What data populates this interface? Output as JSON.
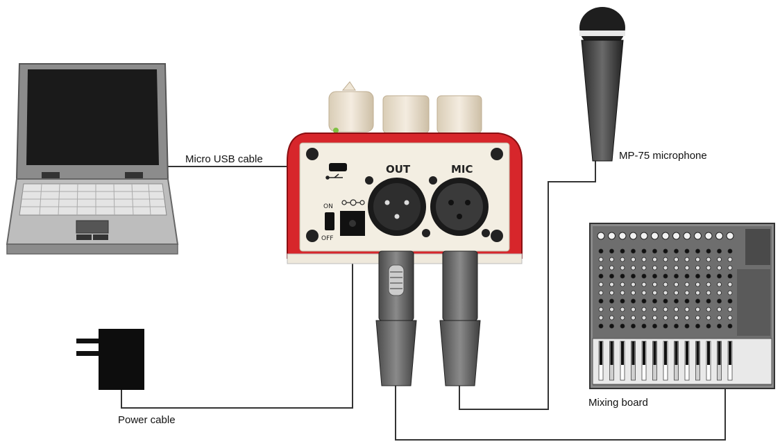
{
  "labels": {
    "micro_usb_cable": "Micro USB cable",
    "mp75_microphone": "MP-75 microphone",
    "power_cable": "Power cable",
    "mixing_board": "Mixing board"
  },
  "device_panel": {
    "out": "OUT",
    "mic": "MIC",
    "switch_on": "ON",
    "switch_off": "OFF"
  },
  "colors": {
    "device_red": "#d7262b",
    "panel_cream": "#f3eee2",
    "cable": "#333333"
  },
  "icons": [
    "laptop-icon",
    "microphone-icon",
    "power-adapter-icon",
    "mixing-board-icon",
    "usb-icon",
    "dc-polarity-icon"
  ]
}
